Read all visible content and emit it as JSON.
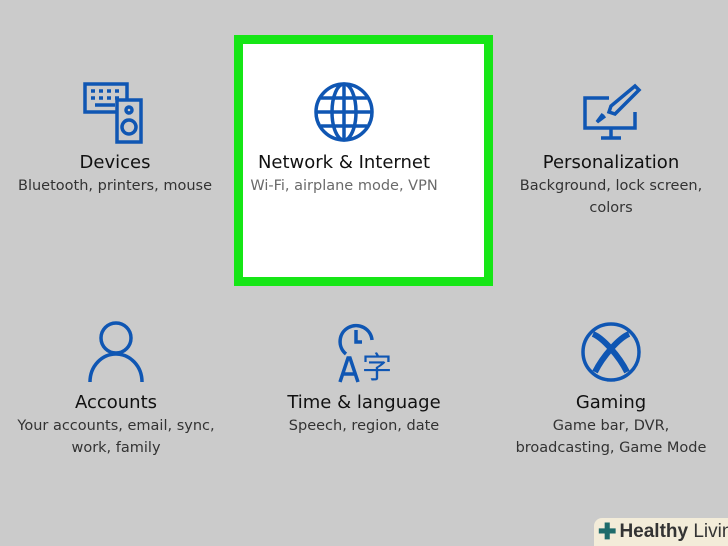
{
  "tiles": [
    {
      "title": "Devices",
      "desc": "Bluetooth, printers, mouse"
    },
    {
      "title": "Network & Internet",
      "desc": "Wi-Fi, airplane mode, VPN"
    },
    {
      "title": "Personalization",
      "desc1": "Background, lock screen,",
      "desc2": "colors"
    },
    {
      "title": "Accounts",
      "desc1": "Your accounts, email, sync,",
      "desc2": "work, family"
    },
    {
      "title": "Time & language",
      "desc": "Speech, region, date"
    },
    {
      "title": "Gaming",
      "desc1": "Game bar, DVR,",
      "desc2": "broadcasting, Game Mode"
    }
  ],
  "icon_glyph": "字",
  "watermark": {
    "bold": "Healthy",
    "light": "Living"
  },
  "colors": {
    "icon": "#0f56b3",
    "highlight": "#16e616"
  }
}
